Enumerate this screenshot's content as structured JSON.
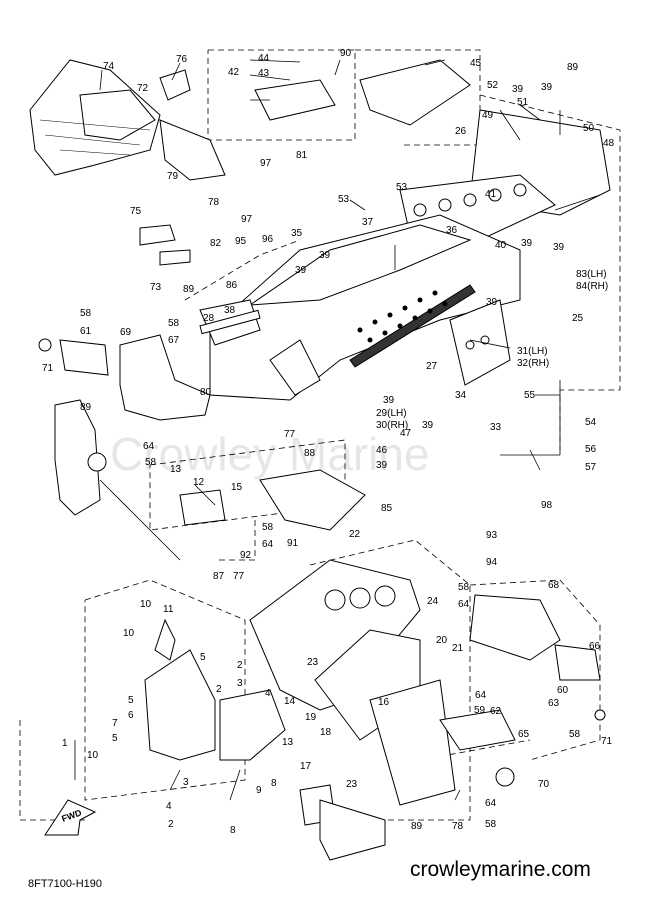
{
  "diagram": {
    "code": "8FT7100-H190",
    "footer": "crowleymarine.com",
    "watermark": "Crowley Marine",
    "fwd_label": "FWD",
    "callouts": [
      "74",
      "76",
      "72",
      "90",
      "44",
      "42",
      "43",
      "45",
      "52",
      "39",
      "51",
      "39",
      "89",
      "26",
      "49",
      "50",
      "48",
      "81",
      "97",
      "79",
      "78",
      "75",
      "53",
      "53",
      "41",
      "37",
      "97",
      "96",
      "36",
      "40",
      "39",
      "39",
      "82",
      "95",
      "35",
      "39",
      "39",
      "73",
      "89",
      "86",
      "39",
      "83(LH)",
      "84(RH)",
      "58",
      "61",
      "58",
      "67",
      "69",
      "28",
      "38",
      "25",
      "71",
      "31(LH)",
      "32(RH)",
      "27",
      "89",
      "80",
      "39",
      "29(LH)",
      "30(RH)",
      "39",
      "34",
      "33",
      "55",
      "54",
      "56",
      "57",
      "64",
      "58",
      "77",
      "88",
      "46",
      "39",
      "47",
      "13",
      "12",
      "15",
      "98",
      "58",
      "64",
      "85",
      "93",
      "92",
      "91",
      "22",
      "94",
      "87",
      "77",
      "68",
      "24",
      "58",
      "64",
      "10",
      "11",
      "10",
      "5",
      "20",
      "21",
      "66",
      "2",
      "3",
      "5",
      "6",
      "23",
      "14",
      "2",
      "4",
      "64",
      "59",
      "62",
      "63",
      "60",
      "7",
      "5",
      "19",
      "18",
      "16",
      "65",
      "58",
      "71",
      "1",
      "13",
      "9",
      "10",
      "17",
      "23",
      "70",
      "8",
      "3",
      "4",
      "2",
      "8",
      "78",
      "64",
      "58",
      "89"
    ]
  }
}
